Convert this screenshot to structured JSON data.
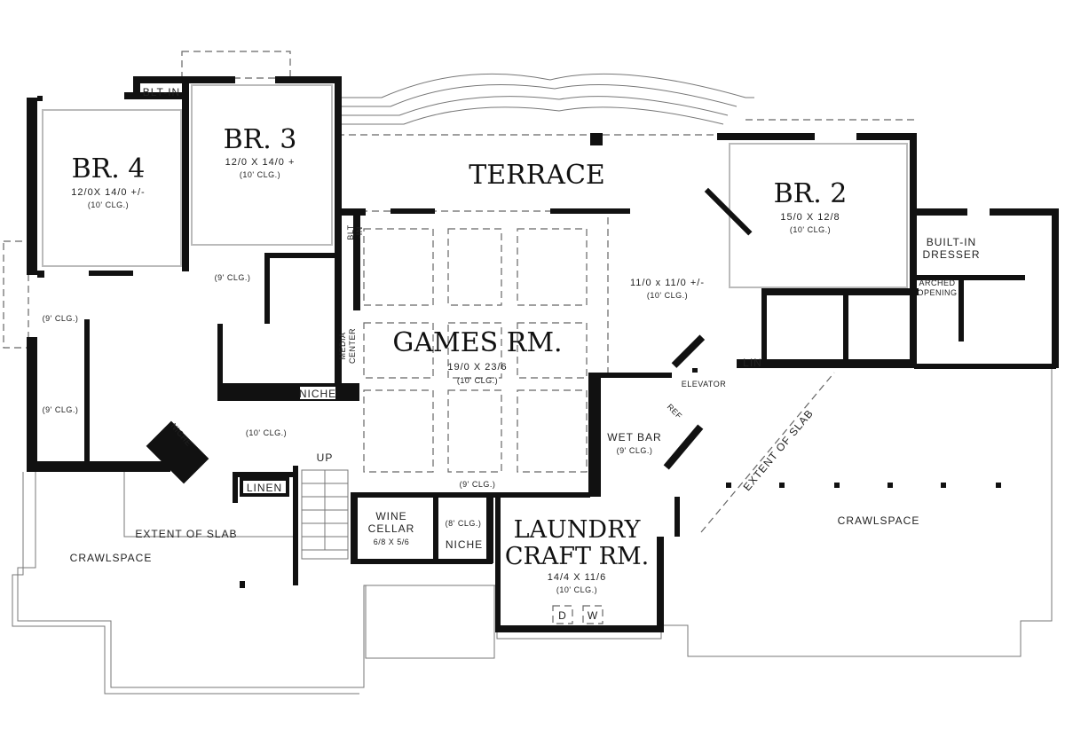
{
  "rooms": {
    "br4": {
      "name": "BR. 4",
      "size": "12/0X 14/0 +/-",
      "ceiling": "(10' CLG.)"
    },
    "br3": {
      "name": "BR. 3",
      "size": "12/0 X 14/0 +",
      "ceiling": "(10' CLG.)"
    },
    "br2": {
      "name": "BR. 2",
      "size": "15/0 X 12/8",
      "ceiling": "(10' CLG.)"
    },
    "terrace": {
      "name": "TERRACE"
    },
    "games": {
      "name": "GAMES RM.",
      "size": "19/0 X 23/6",
      "ceiling": "(10' CLG.)"
    },
    "den": {
      "size": "11/0 x 11/0 +/-",
      "ceiling": "(10' CLG.)"
    },
    "laundry": {
      "name1": "LAUNDRY",
      "name2": "CRAFT RM.",
      "size": "14/4 X 11/6",
      "ceiling": "(10' CLG.)"
    },
    "wine": {
      "name1": "WINE",
      "name2": "CELLAR",
      "size": "6/8 X 5/6"
    },
    "wet_bar": {
      "name": "WET BAR",
      "ceiling": "(9' CLG.)"
    }
  },
  "labels": {
    "blt_in_top": "BLT-IN",
    "blt_in_side1": "BLT",
    "blt_in_side2": "-IN",
    "media1": "MEDIA",
    "media2": "CENTER",
    "niche_bath": "NICHE",
    "niche_hall": "NICHE",
    "niche_wine": "NICHE",
    "linen": "LINEN",
    "lin": "LIN",
    "elevator": "ELEVATOR",
    "ref": "REF",
    "up": "UP",
    "built_in1": "BUILT-IN",
    "built_in2": "DRESSER",
    "arched1": "ARCHED",
    "arched2": "OPENING",
    "extent_left": "EXTENT OF SLAB",
    "extent_right": "EXTENT OF SLAB",
    "crawl_left": "CRAWLSPACE",
    "crawl_right": "CRAWLSPACE",
    "dryer": "D",
    "washer": "W",
    "clg_9_a": "(9' CLG.)",
    "clg_9_b": "(9' CLG.)",
    "clg_9_c": "(9' CLG.)",
    "clg_9_d": "(9' CLG.)",
    "clg_10_hall": "(10' CLG.)",
    "clg_8": "(8' CLG.)"
  }
}
